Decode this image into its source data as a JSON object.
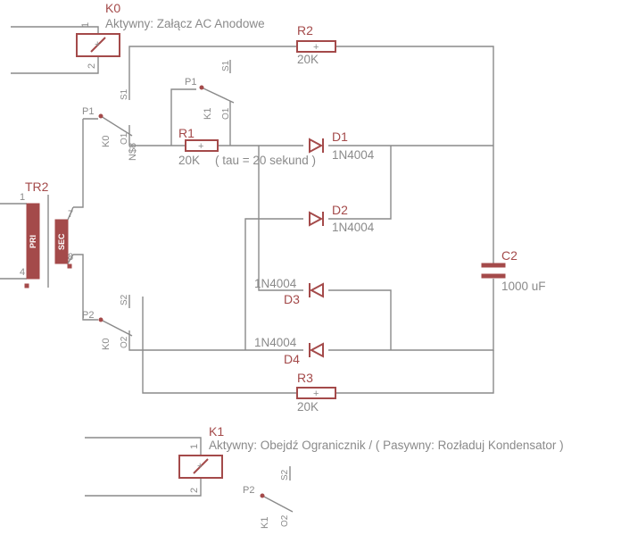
{
  "relay_k0": {
    "name": "K0",
    "description": "Aktywny: Załącz AC Anodowe",
    "pin1": "1",
    "pin2": "2",
    "coil_mark": "+"
  },
  "relay_k1": {
    "name": "K1",
    "description": "Aktywny: Obejdź Ogranicznik /  ( Pasywny:  Rozładuj Kondensator )",
    "pin1": "1",
    "pin2": "2",
    "coil_mark": "+"
  },
  "transformer": {
    "name": "TR2",
    "primary_label": "PRI",
    "secondary_label": "SEC",
    "pins": [
      "1",
      "4",
      "7",
      "8"
    ]
  },
  "switches": {
    "k0_p1": {
      "pole": "P1",
      "contact": "O1",
      "common": "K0",
      "net": "N$8"
    },
    "k0_p2": {
      "pole": "P2",
      "contact": "O2",
      "common": "K0"
    },
    "k1_p1": {
      "pole": "P1",
      "contact": "O1",
      "common": "K1",
      "spare": "S1"
    },
    "k1_p2": {
      "pole": "P2",
      "contact": "O2",
      "common": "K1",
      "spare": "S2"
    },
    "s1_label": "S1",
    "s2_label": "S2"
  },
  "resistors": {
    "r1": {
      "name": "R1",
      "value": "20K",
      "note": "( tau = 20 sekund )",
      "mark": "+"
    },
    "r2": {
      "name": "R2",
      "value": "20K",
      "mark": "+"
    },
    "r3": {
      "name": "R3",
      "value": "20K",
      "mark": "+"
    }
  },
  "diodes": [
    {
      "name": "D1",
      "part": "1N4004"
    },
    {
      "name": "D2",
      "part": "1N4004"
    },
    {
      "name": "D3",
      "part": "1N4004"
    },
    {
      "name": "D4",
      "part": "1N4004"
    }
  ],
  "capacitor": {
    "name": "C2",
    "value": "1000 uF"
  },
  "colors": {
    "wire": "#8a8a8a",
    "component": "#a44a4a",
    "background": "#ffffff"
  }
}
